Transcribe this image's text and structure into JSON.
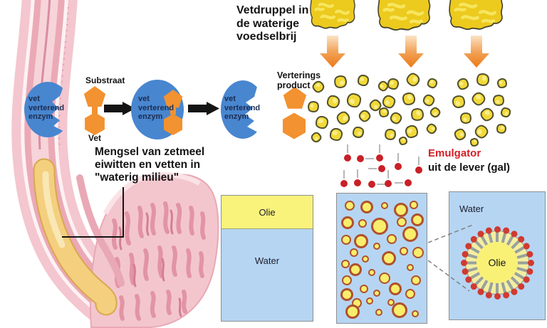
{
  "labels": {
    "fat_droplet_heading": "Vetdruppel in\nde waterige\nvoedselbrij",
    "enzyme": "vet\nverterend\nenzym",
    "substrate": "Substraat",
    "fat": "Vet",
    "digestion_product": "Verterings\nproduct",
    "mixture": "Mengsel van zetmeel\neiwitten en vetten in\n\"waterig milieu\"",
    "emulsifier_title": "Emulgator",
    "emulsifier_subtitle": "uit de lever (gal)",
    "oil": "Olie",
    "water": "Water"
  },
  "colors": {
    "enzyme_blue": "#4886cf",
    "enzyme_text": "#1d2c50",
    "substrate_orange": "#f29230",
    "blob_yellow": "#ecca1e",
    "droplet_yellow": "#f2d938",
    "droplet_outline": "#51502f",
    "emulsion_drop_fill": "#f9ee6c",
    "emulsion_drop_border": "#b0512d",
    "emulsifier_red": "#c92026",
    "emulsifier_text_red": "#d41f26",
    "beaker_water_blue": "#b6d5f2",
    "beaker_oil_yellow": "#f9f37c",
    "micelle_ring": "#f4eea2",
    "micelle_tail_gray": "#99a19b",
    "arrow_black": "#141414",
    "arrow_orange": "#eb7a17"
  },
  "emulsifier_molecules": [
    [
      488,
      222,
      0
    ],
    [
      506,
      223,
      90
    ],
    [
      533,
      222,
      0
    ],
    [
      536,
      237,
      -90
    ],
    [
      559,
      234,
      0
    ],
    [
      588,
      239,
      0
    ],
    [
      483,
      258,
      0
    ],
    [
      502,
      257,
      0
    ],
    [
      522,
      259,
      90
    ],
    [
      545,
      258,
      0
    ],
    [
      573,
      257,
      -90
    ]
  ],
  "fat_droplet_clusters": [
    [
      [
        447,
        122,
        8
      ],
      [
        478,
        115,
        9
      ],
      [
        510,
        113,
        8
      ],
      [
        538,
        121,
        7
      ],
      [
        440,
        150,
        8
      ],
      [
        468,
        143,
        9
      ],
      [
        497,
        141,
        10
      ],
      [
        527,
        148,
        8
      ],
      [
        452,
        172,
        9
      ],
      [
        482,
        166,
        9
      ],
      [
        512,
        163,
        8
      ],
      [
        539,
        158,
        7
      ],
      [
        444,
        193,
        7
      ],
      [
        472,
        189,
        9
      ],
      [
        503,
        186,
        8
      ]
    ],
    [
      [
        552,
        118,
        8
      ],
      [
        580,
        112,
        9
      ],
      [
        607,
        117,
        7
      ],
      [
        546,
        143,
        9
      ],
      [
        574,
        139,
        9
      ],
      [
        602,
        141,
        8
      ],
      [
        556,
        166,
        8
      ],
      [
        586,
        161,
        9
      ],
      [
        611,
        158,
        7
      ],
      [
        548,
        189,
        8
      ],
      [
        578,
        185,
        9
      ],
      [
        606,
        181,
        7
      ],
      [
        566,
        198,
        6
      ]
    ],
    [
      [
        650,
        118,
        8
      ],
      [
        678,
        112,
        9
      ],
      [
        705,
        117,
        7
      ],
      [
        644,
        143,
        9
      ],
      [
        672,
        139,
        9
      ],
      [
        700,
        141,
        8
      ],
      [
        654,
        166,
        8
      ],
      [
        684,
        161,
        9
      ],
      [
        710,
        158,
        7
      ],
      [
        646,
        189,
        8
      ],
      [
        676,
        185,
        9
      ],
      [
        704,
        181,
        7
      ],
      [
        666,
        200,
        6
      ]
    ]
  ],
  "emulsion_droplets": [
    [
      18,
      17,
      7
    ],
    [
      42,
      19,
      9
    ],
    [
      67,
      17,
      5
    ],
    [
      90,
      23,
      10
    ],
    [
      108,
      16,
      6
    ],
    [
      15,
      41,
      9
    ],
    [
      36,
      42,
      6
    ],
    [
      60,
      46,
      12
    ],
    [
      91,
      40,
      7
    ],
    [
      113,
      37,
      9
    ],
    [
      13,
      65,
      7
    ],
    [
      34,
      67,
      10
    ],
    [
      56,
      74,
      5
    ],
    [
      77,
      64,
      7
    ],
    [
      103,
      57,
      11
    ],
    [
      24,
      83,
      6
    ],
    [
      40,
      92,
      5
    ],
    [
      73,
      91,
      10
    ],
    [
      94,
      81,
      6
    ],
    [
      114,
      83,
      8
    ],
    [
      12,
      99,
      6
    ],
    [
      26,
      107,
      9
    ],
    [
      49,
      111,
      5
    ],
    [
      67,
      119,
      8
    ],
    [
      103,
      104,
      5
    ],
    [
      111,
      122,
      7
    ],
    [
      14,
      122,
      7
    ],
    [
      38,
      134,
      6
    ],
    [
      56,
      140,
      5
    ],
    [
      82,
      134,
      9
    ],
    [
      14,
      142,
      9
    ],
    [
      103,
      141,
      7
    ],
    [
      28,
      154,
      7
    ],
    [
      46,
      151,
      5
    ],
    [
      76,
      153,
      5
    ],
    [
      22,
      166,
      10
    ],
    [
      59,
      167,
      5
    ],
    [
      88,
      164,
      11
    ],
    [
      110,
      169,
      5
    ]
  ],
  "micelle": {
    "tail_count": 24,
    "head_count": 24
  }
}
